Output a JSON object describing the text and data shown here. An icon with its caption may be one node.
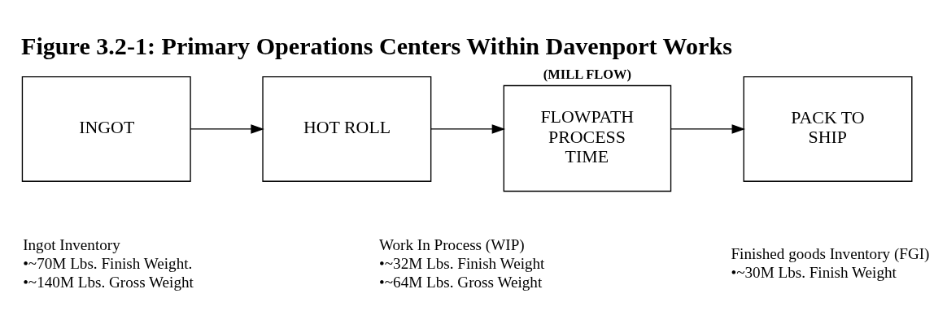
{
  "diagram": {
    "title": "Figure 3.2-1: Primary Operations Centers Within Davenport Works",
    "nodes": [
      {
        "text": [
          "INGOT"
        ]
      },
      {
        "text": [
          "HOT ROLL"
        ]
      },
      {
        "text": [
          "FLOWPATH PROCESS TIME"
        ],
        "beside": [
          "(MILL FLOW)"
        ]
      },
      {
        "text": [
          "PACK TO SHIP"
        ]
      }
    ],
    "edges": [
      {
        "from": 0,
        "to": 1,
        "arrow": "to"
      },
      {
        "from": 1,
        "to": 2,
        "arrow": "to"
      },
      {
        "from": 2,
        "to": 3,
        "arrow": "to"
      }
    ],
    "labels": [
      "Ingot Inventory",
      "•~70M Lbs. Finish Weight.",
      "•~140M Lbs. Gross Weight",
      "Work In Process (WIP)",
      "•~32M Lbs. Finish Weight",
      "•~64M Lbs. Gross Weight",
      "Finished goods Inventory (FGI)",
      "•~30M Lbs. Finish Weight"
    ]
  }
}
